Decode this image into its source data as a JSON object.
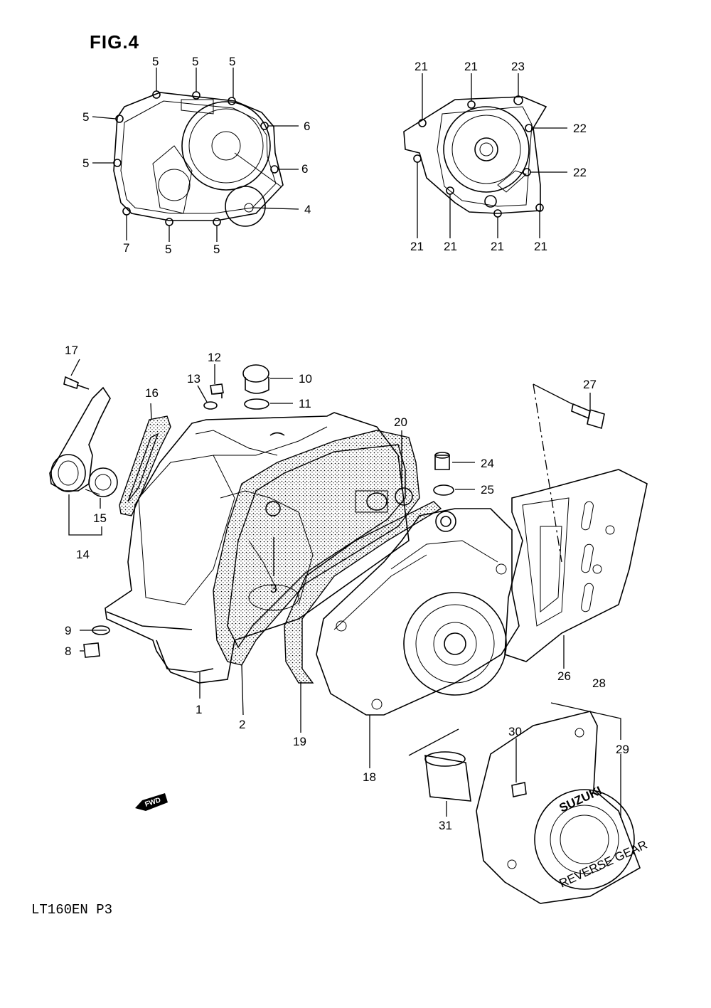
{
  "figure_title": "FIG.4",
  "footer_code": "LT160EN P3",
  "fwd_badge": "FWD",
  "cover_brand": "SUZUKI",
  "cover_text": "REVERSE GEAR",
  "callouts": {
    "c4": "4",
    "c5": "5",
    "c6": "6",
    "c7": "7",
    "c21": "21",
    "c22": "22",
    "c23": "23",
    "c1": "1",
    "c2": "2",
    "c3": "3",
    "c8": "8",
    "c9": "9",
    "c10": "10",
    "c11": "11",
    "c12": "12",
    "c13": "13",
    "c14": "14",
    "c15": "15",
    "c16": "16",
    "c17": "17",
    "c18": "18",
    "c19": "19",
    "c20": "20",
    "c24": "24",
    "c25": "25",
    "c26": "26",
    "c27": "27",
    "c28": "28",
    "c29": "29",
    "c30": "30",
    "c31": "31"
  }
}
